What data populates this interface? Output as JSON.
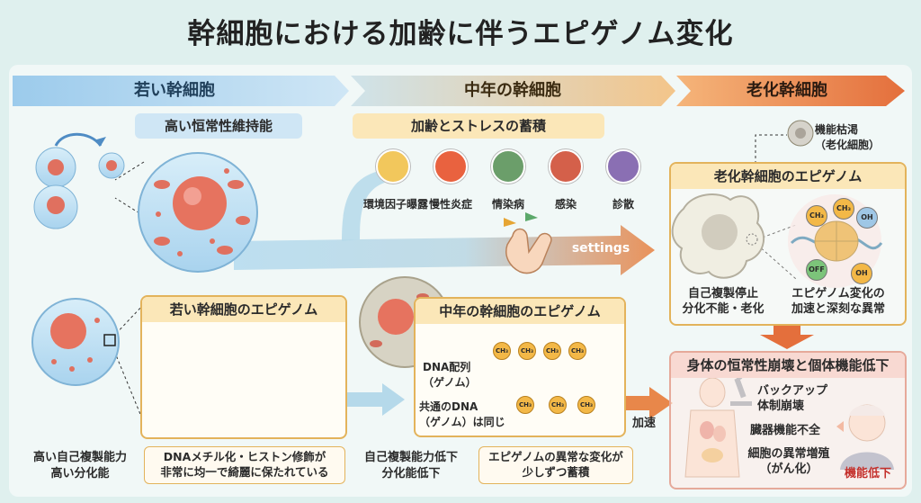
{
  "title": "幹細胞における加齢に伴うエピゲノム変化",
  "stages": {
    "young": "若い幹細胞",
    "middle": "中年の幹細胞",
    "old": "老化幹細胞"
  },
  "young": {
    "feature": "高い恒常性維持能",
    "epigenome_title": "若い幹細胞のエピゲノム",
    "capacity_line1": "高い自己複製能力",
    "capacity_line2": "高い分化能",
    "caption_line1": "DNAメチル化・ヒストン修飾が",
    "caption_line2": "非常に均一で綺麗に保たれている"
  },
  "middle": {
    "feature": "加齢とストレスの蓄積",
    "factors": [
      {
        "label": "環境因子曝露",
        "icon": "factory-icon",
        "color": "#f2c75c"
      },
      {
        "label": "慢性炎症",
        "icon": "flame-icon",
        "color": "#e9623f"
      },
      {
        "label": "情染病",
        "icon": "virus-cluster-icon",
        "color": "#6b9e6a"
      },
      {
        "label": "感染",
        "icon": "germ-icon",
        "color": "#d4604a"
      },
      {
        "label": "診散",
        "icon": "microbe-icon",
        "color": "#8a6fb3"
      }
    ],
    "arrow_label": "settings",
    "epigenome_title": "中年の幹細胞のエピゲノム",
    "dna_label_line1": "DNA配列",
    "dna_label_line2": "（ゲノム）",
    "shared_line1": "共通のDNA",
    "shared_line2": "（ゲノム）は同じ",
    "accelerate": "加速",
    "capacity_line1": "自己複製能力低下",
    "capacity_line2": "分化能低下",
    "caption_line1": "エピゲノムの異常な変化が",
    "caption_line2": "少しずつ蓄積",
    "methyl": "CH₃"
  },
  "old": {
    "exhausted_line1": "機能枯渇",
    "exhausted_line2": "（老化細胞）",
    "epigenome_title": "老化幹細胞のエピゲノム",
    "left_line1": "自己複製停止",
    "left_line2": "分化不能・老化",
    "right_line1": "エピゲノム変化の",
    "right_line2": "加速と深刻な異常",
    "mark_ch3": "CH₃",
    "mark_oh": "OH",
    "mark_off": "OFF",
    "collapse_title": "身体の恒常性崩壊と個体機能低下",
    "backup_line1": "バックアップ",
    "backup_line2": "体制崩壊",
    "organ": "臓器機能不全",
    "cancer_line1": "細胞の異常増殖",
    "cancer_line2": "（がん化）",
    "decline": "機能低下"
  },
  "colors": {
    "young_band": "#a9d3ee",
    "middle_band": "#f3c58a",
    "old_band": "#e8874a",
    "box_border": "#e3b35b",
    "box_head": "#fbe7b8",
    "decline_text": "#c4302b"
  }
}
